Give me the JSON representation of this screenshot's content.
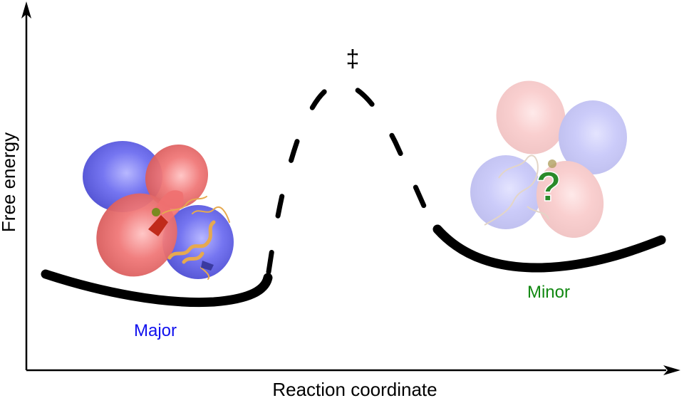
{
  "axes": {
    "y_label": "Free energy",
    "x_label": "Reaction coordinate"
  },
  "transition_state": {
    "symbol": "‡"
  },
  "states": [
    {
      "name": "Major",
      "color": "#1010ee",
      "structure": "opaque-protein-orbital"
    },
    {
      "name": "Minor",
      "color": "#118811",
      "structure": "faded-protein-orbital"
    }
  ],
  "unknown_marker": {
    "symbol": "?",
    "color": "#2a8a2a"
  },
  "colors": {
    "lobe_blue": "#6a6ae8",
    "lobe_red": "#ec6a6a",
    "protein_tan": "#f0bf6a",
    "curve": "#000000"
  }
}
